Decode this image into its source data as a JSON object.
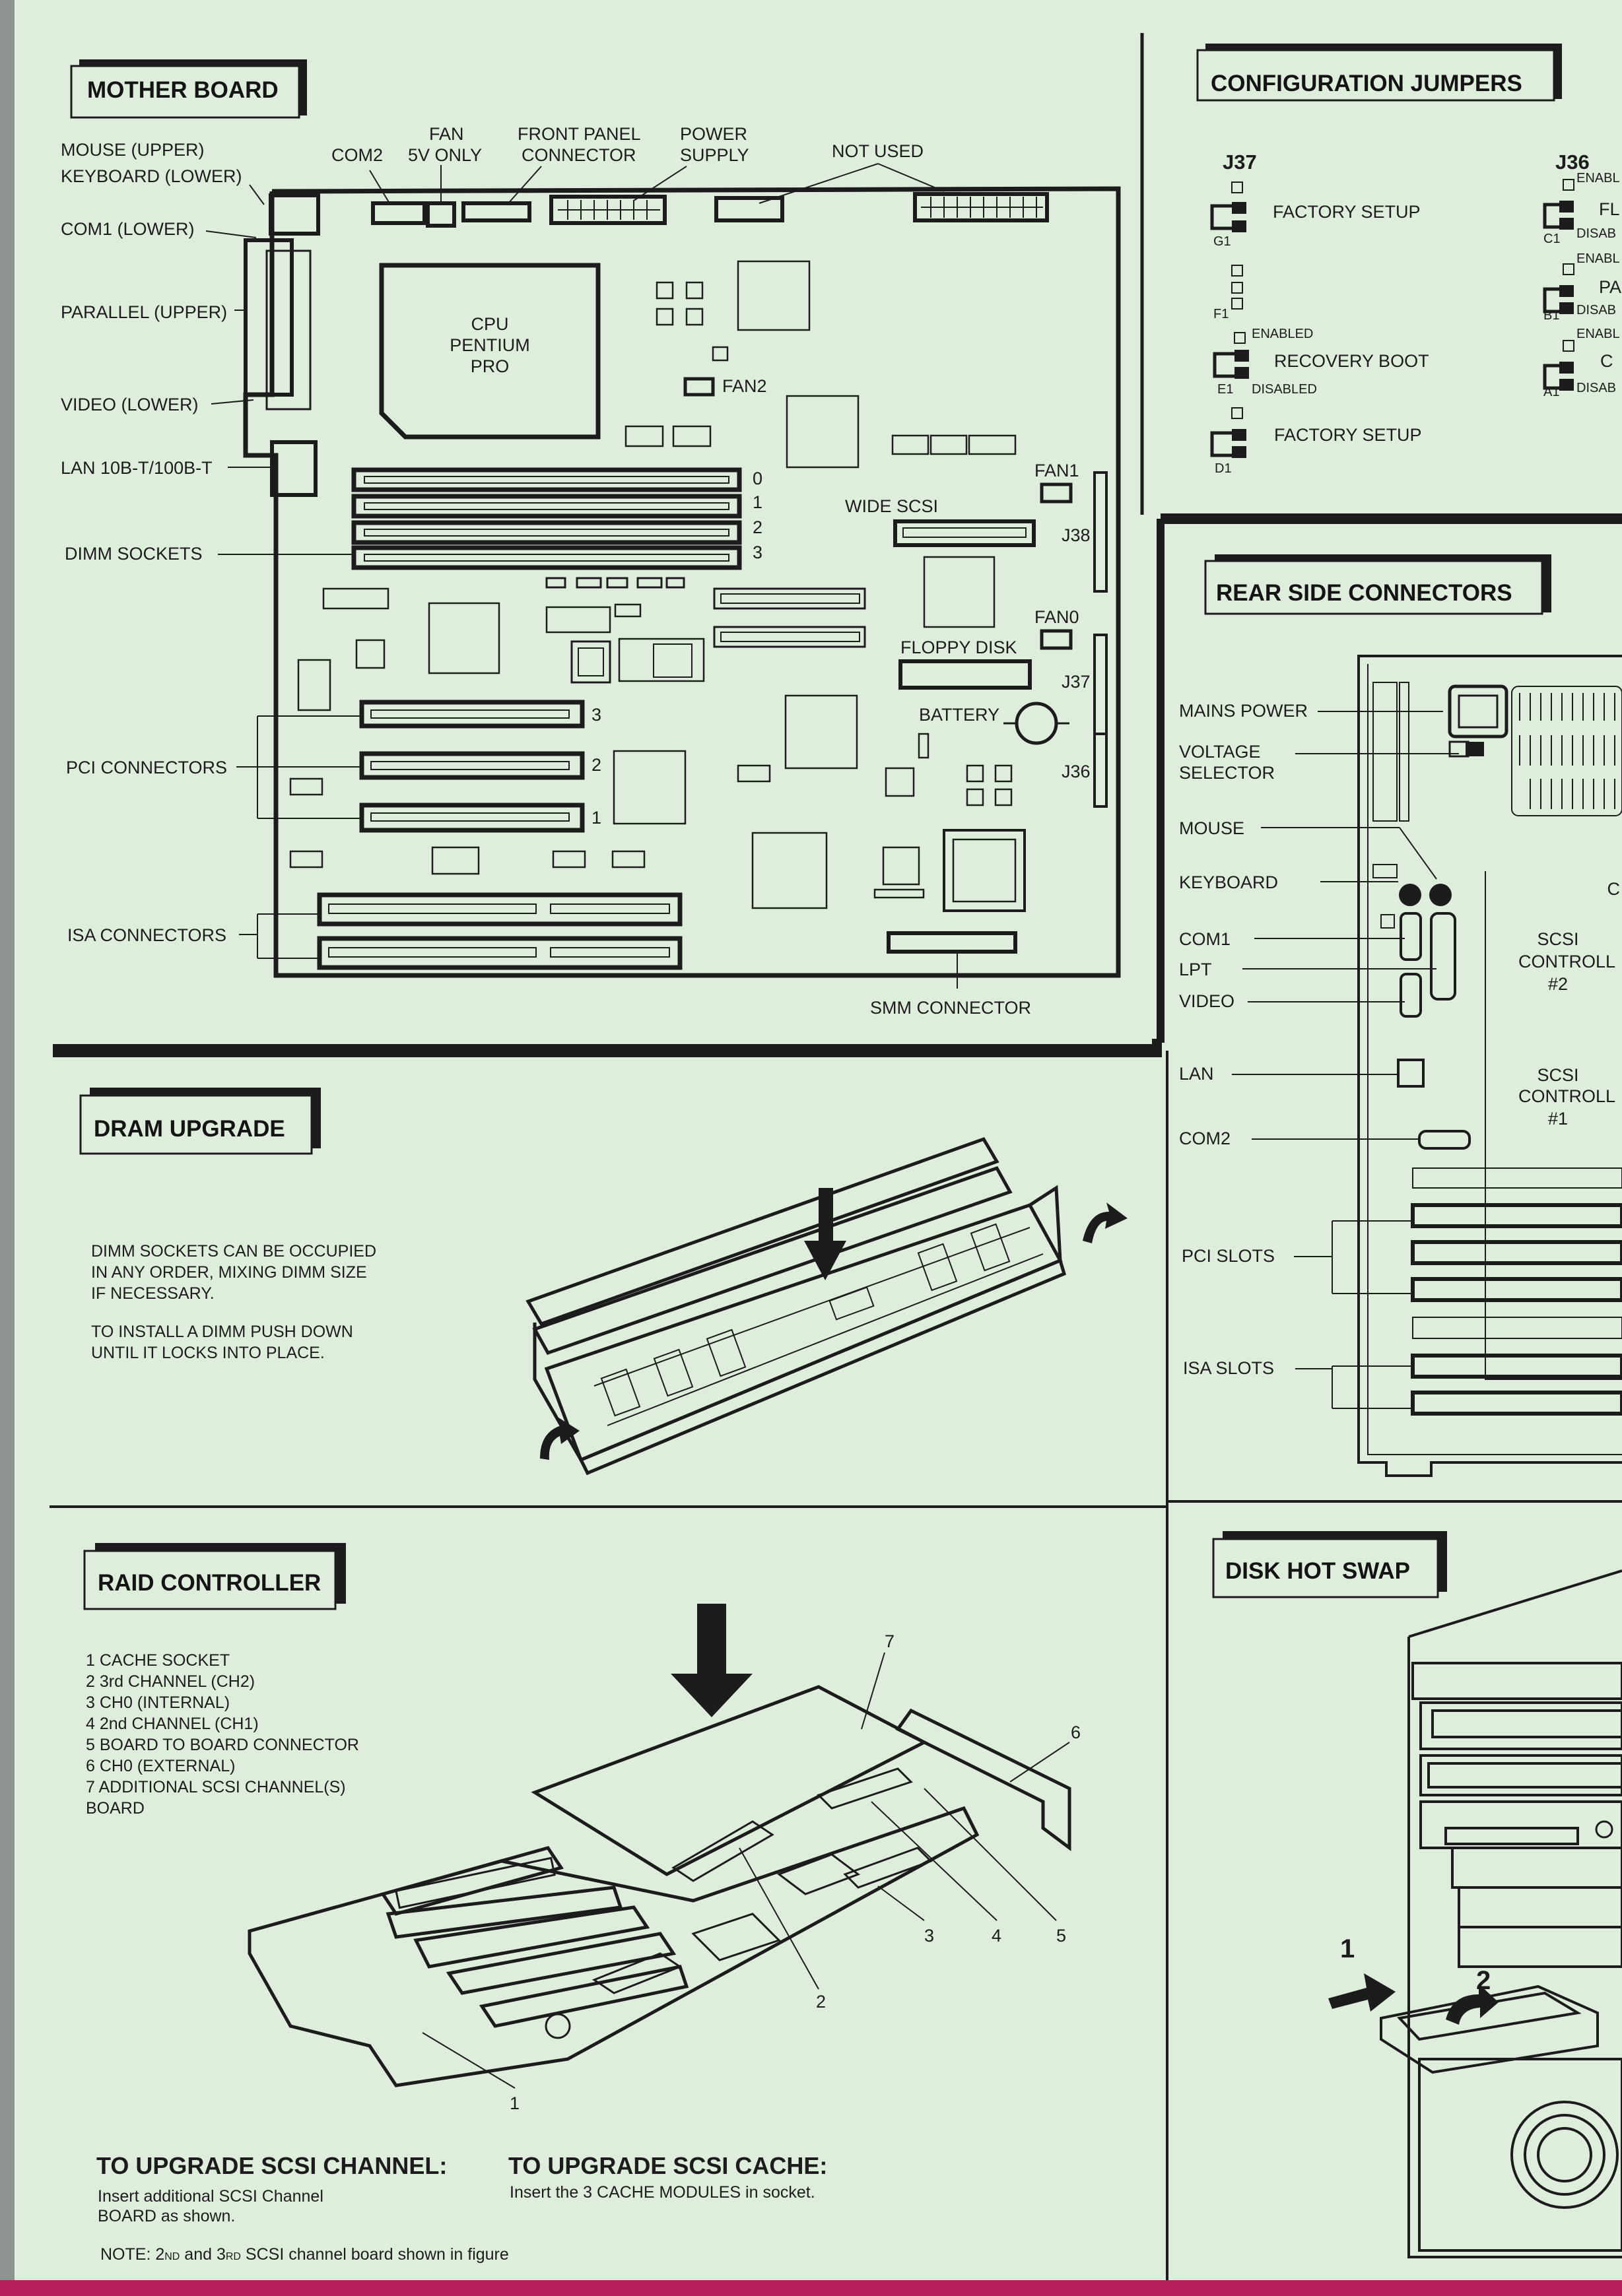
{
  "colors": {
    "sheet": "#dfeedc",
    "ink": "#1c1c1c",
    "border_strip": "#8e938f",
    "bottom_strip": "#b61e5a"
  },
  "motherboard": {
    "title": "MOTHER BOARD",
    "left_labels": [
      "MOUSE (UPPER)",
      "KEYBOARD (LOWER)",
      "COM1 (LOWER)",
      "PARALLEL (UPPER)",
      "VIDEO (LOWER)",
      "LAN 10B-T/100B-T",
      "DIMM SOCKETS",
      "PCI CONNECTORS",
      "ISA CONNECTORS"
    ],
    "top_labels": {
      "com2": "COM2",
      "fan_line1": "FAN",
      "fan_line2": "5V ONLY",
      "front_line1": "FRONT PANEL",
      "front_line2": "CONNECTOR",
      "power_line1": "POWER",
      "power_line2": "SUPPLY",
      "not_used": "NOT USED"
    },
    "cpu": [
      "CPU",
      "PENTIUM",
      "PRO"
    ],
    "fan2": "FAN2",
    "fan1": "FAN1",
    "fan0": "FAN0",
    "wide_scsi": "WIDE SCSI",
    "floppy": "FLOPPY DISK",
    "battery": "BATTERY",
    "j38": "J38",
    "j37": "J37",
    "j36": "J36",
    "dimm_numbers": [
      "0",
      "1",
      "2",
      "3"
    ],
    "pci_numbers": [
      "3",
      "2",
      "1"
    ],
    "smm": "SMM CONNECTOR"
  },
  "jumpers": {
    "title": "CONFIGURATION JUMPERS",
    "j37": "J37",
    "j36": "J36",
    "factory_setup": "FACTORY SETUP",
    "recovery_boot": "RECOVERY BOOT",
    "enabled": "ENABLED",
    "disabled": "DISABLED",
    "pins": [
      "G1",
      "F1",
      "E1",
      "D1"
    ],
    "j36_pins": [
      "C1",
      "B1",
      "A1"
    ],
    "j36_enabl": "ENABL",
    "j36_disab": "DISAB",
    "j36_partial": [
      "FL",
      "PA",
      "C"
    ]
  },
  "rear": {
    "title": "REAR SIDE CONNECTORS",
    "labels": [
      "MAINS POWER",
      "MOUSE",
      "KEYBOARD",
      "COM1",
      "LPT",
      "VIDEO",
      "LAN",
      "COM2",
      "PCI SLOTS",
      "ISA SLOTS"
    ],
    "voltage_line1": "VOLTAGE",
    "voltage_line2": "SELECTOR",
    "scsi2": [
      "SCSI",
      "CONTROLL",
      "#2"
    ],
    "scsi1": [
      "SCSI",
      "CONTROLL",
      "#1"
    ]
  },
  "dram": {
    "title": "DRAM UPGRADE",
    "text1": [
      "DIMM SOCKETS CAN BE OCCUPIED",
      "IN ANY ORDER,  MIXING DIMM SIZE",
      "IF NECESSARY."
    ],
    "text2": [
      "TO INSTALL A DIMM PUSH DOWN",
      "UNTIL IT LOCKS INTO PLACE."
    ]
  },
  "raid": {
    "title": "RAID CONTROLLER",
    "items": [
      "1  CACHE SOCKET",
      "2  3rd CHANNEL (CH2)",
      "3  CH0 (INTERNAL)",
      "4  2nd CHANNEL (CH1)",
      "5  BOARD TO BOARD CONNECTOR",
      "6  CH0 (EXTERNAL)",
      "7  ADDITIONAL SCSI CHANNEL(S)",
      "    BOARD"
    ],
    "callouts": [
      "1",
      "2",
      "3",
      "4",
      "5",
      "6",
      "7"
    ],
    "upgrade_channel_title": "TO UPGRADE SCSI CHANNEL:",
    "upgrade_channel_text": [
      "Insert additional SCSI Channel",
      "BOARD as shown."
    ],
    "upgrade_cache_title": "TO UPGRADE SCSI CACHE:",
    "upgrade_cache_text": "Insert the 3 CACHE MODULES in socket.",
    "note_a": "NOTE: 2",
    "note_nd": "ND",
    "note_b": " and 3",
    "note_rd": "RD",
    "note_c": " SCSI channel board shown in figure"
  },
  "hotswap": {
    "title": "DISK HOT SWAP",
    "step1": "1",
    "step2": "2"
  }
}
